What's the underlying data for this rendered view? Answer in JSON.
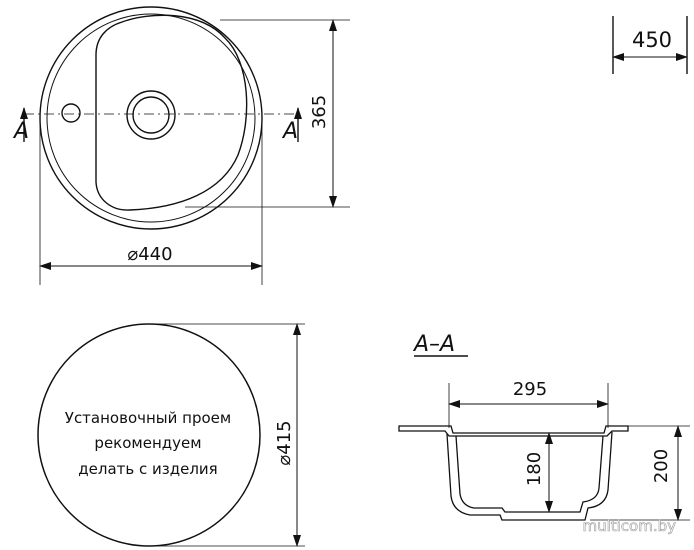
{
  "top_view": {
    "diameter_label": "⌀440",
    "height_label": "365",
    "section_marker_left": "A",
    "section_marker_right": "A"
  },
  "depth_view": {
    "value_label": "450"
  },
  "circle_view": {
    "diameter_label": "⌀415",
    "note_lines": [
      "Установочный проем",
      "рекомендуем",
      "делать с изделия"
    ]
  },
  "section_view": {
    "title": "А–А",
    "width_label": "295",
    "inner_depth_label": "180",
    "total_depth_label": "200"
  },
  "watermark": "multicom.by"
}
